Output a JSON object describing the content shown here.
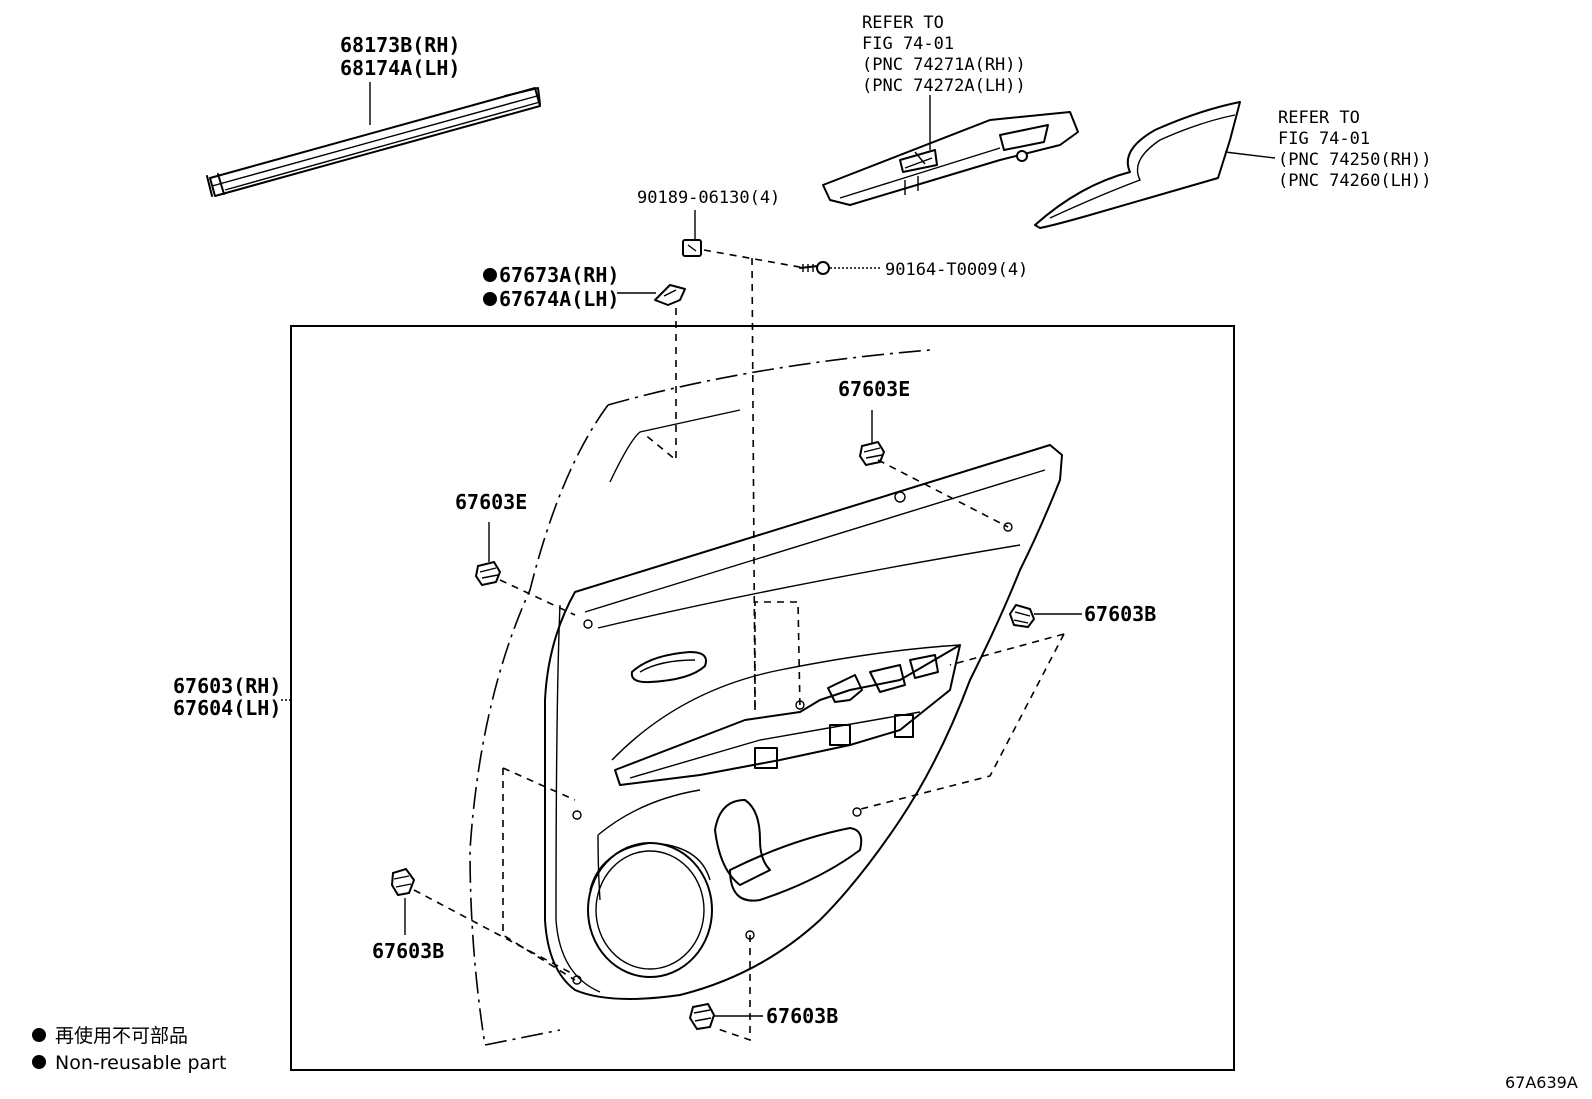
{
  "labels": {
    "moulding_rh": "68173B(RH)",
    "moulding_lh": "68174A(LH)",
    "switch_ref_line1": "REFER TO",
    "switch_ref_line2": "FIG 74-01",
    "switch_ref_line3": "(PNC 74271A(RH))",
    "switch_ref_line4": "(PNC 74272A(LH))",
    "armrest_ref_line1": "REFER TO",
    "armrest_ref_line2": "FIG 74-01",
    "armrest_ref_line3": "(PNC 74250(RH))",
    "armrest_ref_line4": "(PNC 74260(LH))",
    "nut": "90189-06130(4)",
    "screw": "90164-T0009(4)",
    "cover_rh": "67673A(RH)",
    "cover_lh": "67674A(LH)",
    "clip_e_top": "67603E",
    "clip_e_left": "67603E",
    "clip_b_right": "67603B",
    "clip_b_left": "67603B",
    "clip_b_bottom": "67603B",
    "panel_rh": "67603(RH)",
    "panel_lh": "67604(LH)"
  },
  "legend": {
    "line1": "再使用不可部品",
    "line2": "Non-reusable part"
  },
  "figure_code": "67A639A"
}
